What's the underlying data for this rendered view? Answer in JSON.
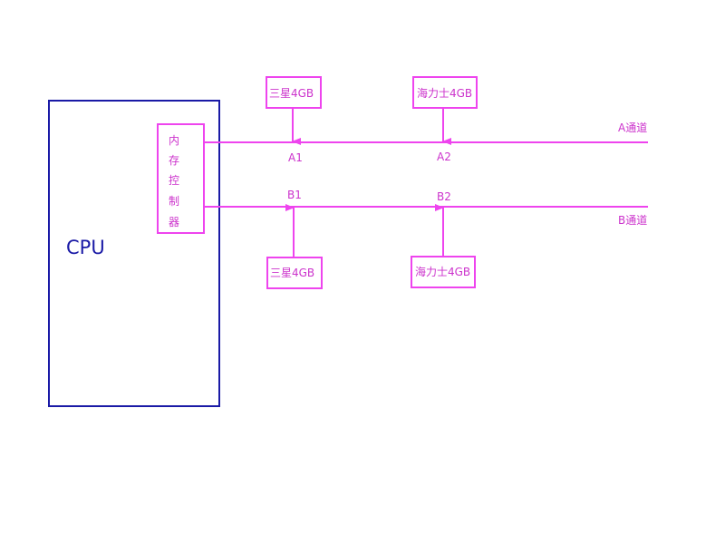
{
  "colors": {
    "cpu_border": "#1a1aa6",
    "bus": "#ee44ee",
    "text": "#cc33cc"
  },
  "cpu": {
    "label": "CPU"
  },
  "memory_controller": {
    "chars": [
      "内",
      "存",
      "控",
      "制",
      "器"
    ]
  },
  "channels": {
    "a": {
      "label": "A通道",
      "slots": [
        {
          "slot": "A1",
          "module": "三星4GB"
        },
        {
          "slot": "A2",
          "module": "海力士4GB"
        }
      ]
    },
    "b": {
      "label": "B通道",
      "slots": [
        {
          "slot": "B1",
          "module": "三星4GB"
        },
        {
          "slot": "B2",
          "module": "海力士4GB"
        }
      ]
    }
  }
}
